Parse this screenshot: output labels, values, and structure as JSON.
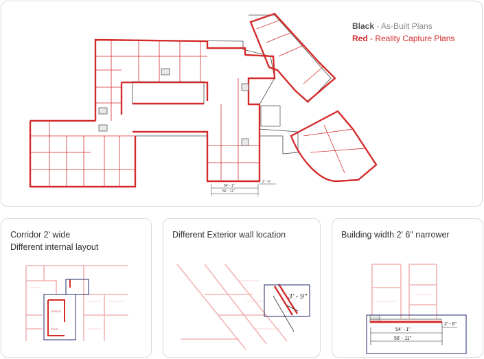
{
  "legend": {
    "black_key": "Black",
    "black_desc": " - As-Built Plans",
    "red_key": "Red",
    "red_desc": " - Reality Capture Plans"
  },
  "plan_dims": {
    "width_reality": "54' - 1\"",
    "width_asbuilt": "56' - 11\"",
    "difference": "2' - 6\""
  },
  "details": [
    {
      "title_line1": "Corridor 2' wide",
      "title_line2": "Different internal layout",
      "room_label_1": "OFFICE",
      "room_label_2": "STOR"
    },
    {
      "title": "Different Exterior wall location",
      "dim": "3' - 9\""
    },
    {
      "title": "Building width 2' 6\" narrower",
      "dim_a": "54' - 1\"",
      "dim_b": "56' - 11\"",
      "dim_c": "2' - 6\""
    }
  ],
  "colors": {
    "red": "#d42a2a",
    "black": "#333333",
    "navy": "#1f2a6b",
    "faded_red": "#f2b3b3"
  }
}
